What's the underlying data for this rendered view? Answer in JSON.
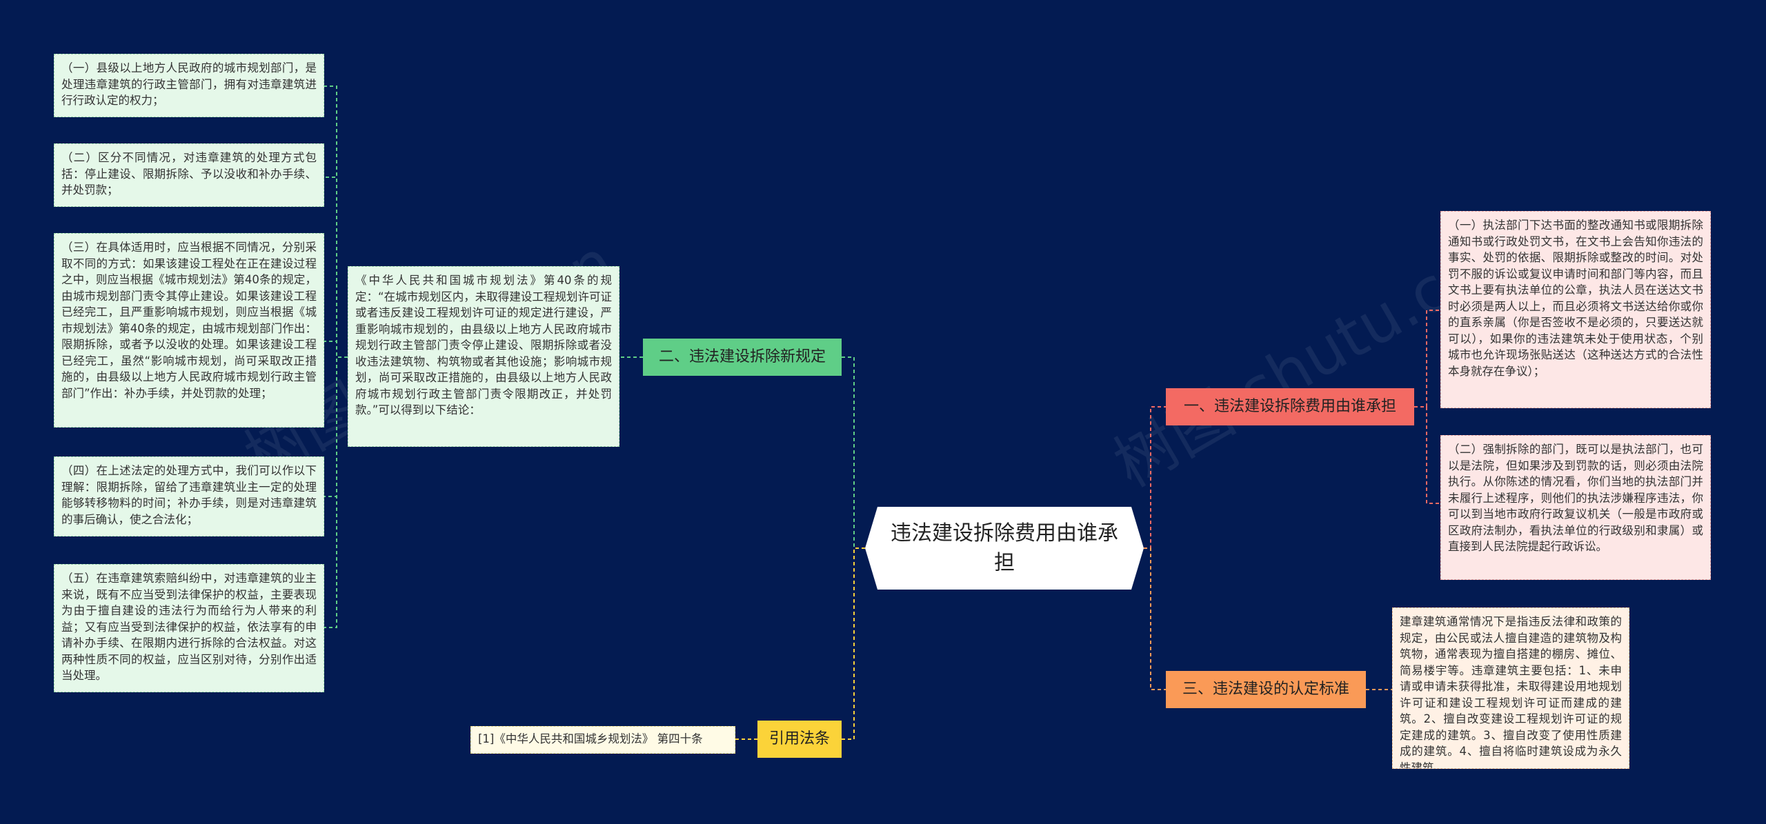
{
  "root": {
    "title": "违法建设拆除费用由谁承担"
  },
  "branches": {
    "b1": {
      "label": "一、违法建设拆除费用由谁承担"
    },
    "b2": {
      "label": "二、违法建设拆除新规定"
    },
    "b3": {
      "label": "三、违法建设的认定标准"
    },
    "b4": {
      "label": "引用法条"
    }
  },
  "details": {
    "b1_1": "（一）执法部门下达书面的整改通知书或限期拆除通知书或行政处罚文书，在文书上会告知你违法的事实、处罚的依据、限期拆除或整改的时间。对处罚不服的诉讼或复议申请时间和部门等内容，而且文书上要有执法单位的公章，执法人员在送达文书时必须是两人以上，而且必须将文书送达给你或你的直系亲属（你是否签收不是必须的，只要送达就可以），如果你的违法建筑未处于使用状态，个别城市也允许现场张贴送达（这种送达方式的合法性本身就存在争议）；",
    "b1_2": "（二）强制拆除的部门，既可以是执法部门，也可以是法院，但如果涉及到罚款的话，则必须由法院执行。从你陈述的情况看，你们当地的执法部门并未履行上述程序，则他们的执法涉嫌程序违法，你可以到当地市政府行政复议机关（一般是市政府或区政府法制办，看执法单位的行政级别和隶属）或直接到人民法院提起行政诉讼。",
    "b2_main": "《中华人民共和国城市规划法》第40条的规定：“在城市规划区内，未取得建设工程规划许可证或者违反建设工程规划许可证的规定进行建设，严重影响城市规划的，由县级以上地方人民政府城市规划行政主管部门责令停止建设、限期拆除或者没收违法建筑物、构筑物或者其他设施；影响城市规划，尚可采取改正措施的，由县级以上地方人民政府城市规划行政主管部门责令限期改正，并处罚款。”可以得到以下结论：",
    "b2_1": "（一）县级以上地方人民政府的城市规划部门，是处理违章建筑的行政主管部门，拥有对违章建筑进行行政认定的权力；",
    "b2_2": "（二）区分不同情况，对违章建筑的处理方式包括：停止建设、限期拆除、予以没收和补办手续、并处罚款；",
    "b2_3": "（三）在具体适用时，应当根据不同情况，分别采取不同的方式：如果该建设工程处在正在建设过程之中，则应当根据《城市规划法》第40条的规定，由城市规划部门责令其停止建设。如果该建设工程已经完工，且严重影响城市规划，则应当根据《城市规划法》第40条的规定，由城市规划部门作出：限期拆除，或者予以没收的处理。如果该建设工程已经完工，虽然“影响城市规划，尚可采取改正措施的，由县级以上地方人民政府城市规划行政主管部门”作出：补办手续，并处罚款的处理；",
    "b2_4": "（四）在上述法定的处理方式中，我们可以作以下理解：限期拆除，留给了违章建筑业主一定的处理能够转移物料的时间；补办手续，则是对违章建筑的事后确认，使之合法化；",
    "b2_5": "（五）在违章建筑索赔纠纷中，对违章建筑的业主来说，既有不应当受到法律保护的权益，主要表现为由于擅自建设的违法行为而给行为人带来的利益；又有应当受到法律保护的权益，依法享有的申请补办手续、在限期内进行拆除的合法权益。对这两种性质不同的权益，应当区别对待，分别作出适当处理。",
    "b3_1": "建章建筑通常情况下是指违反法律和政策的规定，由公民或法人擅自建造的建筑物及构筑物，通常表现为擅自搭建的棚房、摊位、简易楼宇等。违章建筑主要包括：1、未申请或申请未获得批准，未取得建设用地规划许可证和建设工程规划许可证而建成的建筑。2、擅自改变建设工程规划许可证的规定建成的建筑。3、擅自改变了使用性质建成的建筑。4、擅自将临时建筑设成为永久性建筑。",
    "b4_1": "[1]《中华人民共和国城乡规划法》 第四十条"
  },
  "watermark": "树图 shutu.cn",
  "colors": {
    "background": "#031b52",
    "green": "#5fce87",
    "red": "#f36a63",
    "orange": "#fa9a57",
    "yellow": "#fbd339"
  }
}
